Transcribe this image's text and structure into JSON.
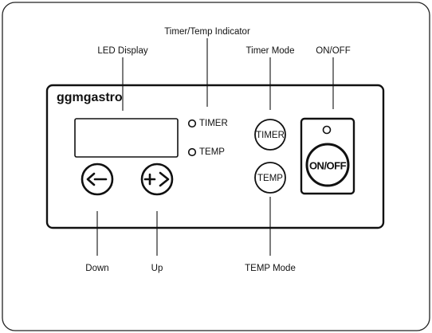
{
  "brand": "ggmgastro",
  "callouts": {
    "led_display": "LED Display",
    "timer_temp_indicator": "Timer/Temp Indicator",
    "timer_mode": "Timer Mode",
    "on_off": "ON/OFF",
    "down": "Down",
    "up": "Up",
    "temp_mode": "TEMP Mode"
  },
  "indicators": {
    "timer": "TIMER",
    "temp": "TEMP"
  },
  "buttons": {
    "timer": "TIMER",
    "temp": "TEMP",
    "on_off": "ON/OFF",
    "down_symbol": "<-",
    "up_symbol": "+>"
  }
}
